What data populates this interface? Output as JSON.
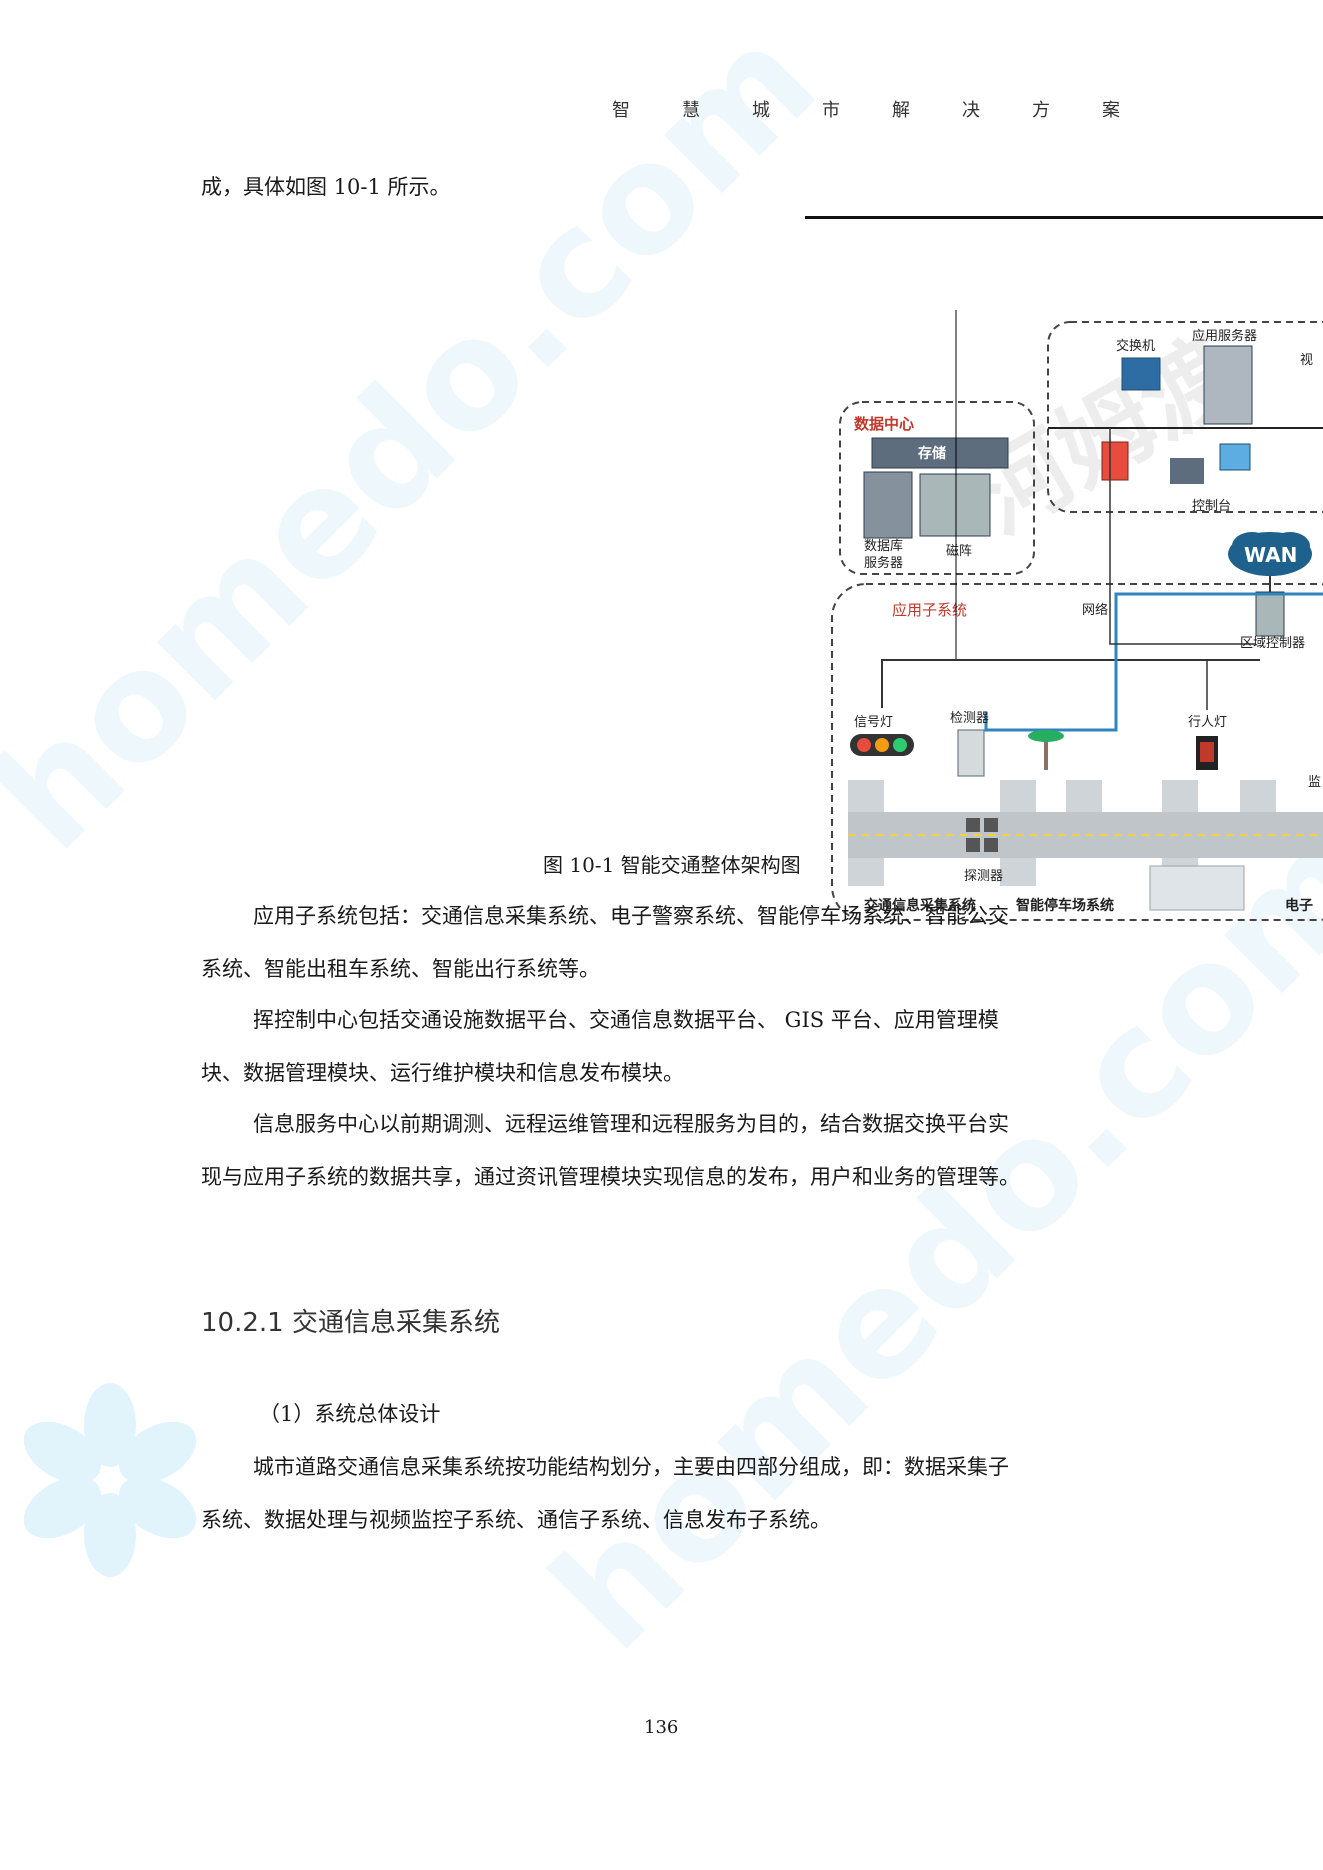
{
  "header": {
    "title": "智慧城市解决方案"
  },
  "intro_fragment": "成，具体如图 10-1 所示。",
  "figure": {
    "caption": "图 10-1 智能交通整体架构图",
    "labels": {
      "switch": "交换机",
      "app_server": "应用服务器",
      "video_partial": "视",
      "console": "控制台",
      "data_center": "数据中心",
      "storage": "存储",
      "db_server": "数据库\n服务器",
      "tape": "磁阵",
      "wan": "WAN",
      "app_subsystem": "应用子系统",
      "network": "网络",
      "area_controller": "区域控制器",
      "signal_light": "信号灯",
      "detector": "检测器",
      "pedestrian_light": "行人灯",
      "probe": "探测器",
      "traffic_collect": "交通信息采集系统",
      "smart_parking": "智能停车场系统",
      "electronic_partial": "电子",
      "monitor_partial": "监"
    }
  },
  "paragraphs": [
    "应用子系统包括：交通信息采集系统、电子警察系统、智能停车场系统、智能公交系统、智能出租车系统、智能出行系统等。",
    "挥控制中心包括交通设施数据平台、交通信息数据平台、 GIS 平台、应用管理模块、数据管理模块、运行维护模块和信息发布模块。",
    "信息服务中心以前期调测、远程运维管理和远程服务为目的，结合数据交换平台实现与应用子系统的数据共享，通过资讯管理模块实现信息的发布，用户和业务的管理等。"
  ],
  "section": {
    "heading": "10.2.1 交通信息采集系统",
    "sub_heading": "（1）系统总体设计",
    "paragraph": "城市道路交通信息采集系统按功能结构划分，主要由四部分组成，即：数据采集子系统、数据处理与视频监控子系统、通信子系统、信息发布子系统。"
  },
  "watermark": {
    "text": "homedo.com",
    "logo_text": "河姆渡"
  },
  "page_number": "136"
}
